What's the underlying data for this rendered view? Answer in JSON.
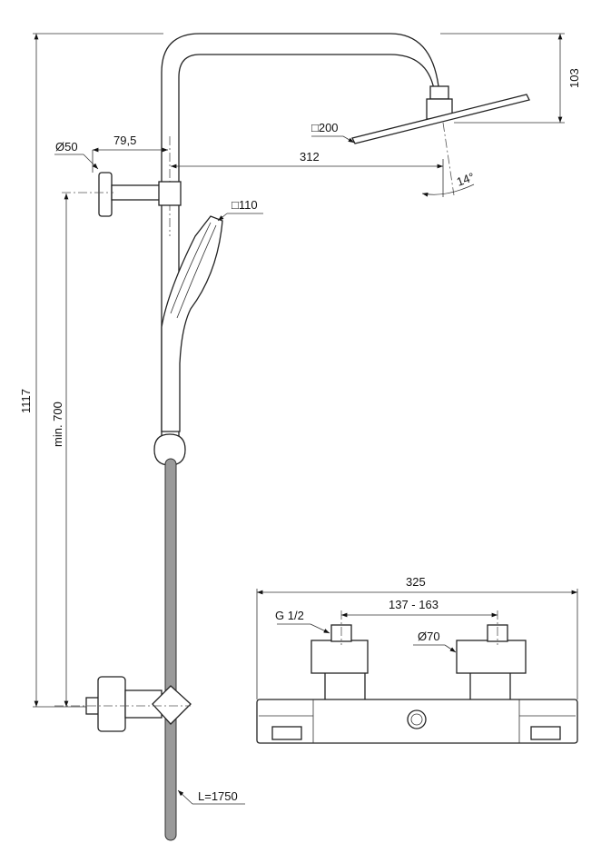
{
  "dimensions": {
    "total_height": "1117",
    "min_height": "min. 700",
    "head_drop": "103",
    "arm_reach": "312",
    "bracket_offset": "79,5",
    "bracket_diameter": "Ø50",
    "head_size": "□200",
    "hand_shower_size": "□110",
    "tilt_angle": "14°",
    "hose_length": "L=1750",
    "mixer_width": "325",
    "inlet_spacing": "137 - 163",
    "inlet_thread": "G 1/2",
    "escutcheon_diameter": "Ø70"
  },
  "colors": {
    "line": "#222222",
    "hose": "#9a9a9a"
  }
}
